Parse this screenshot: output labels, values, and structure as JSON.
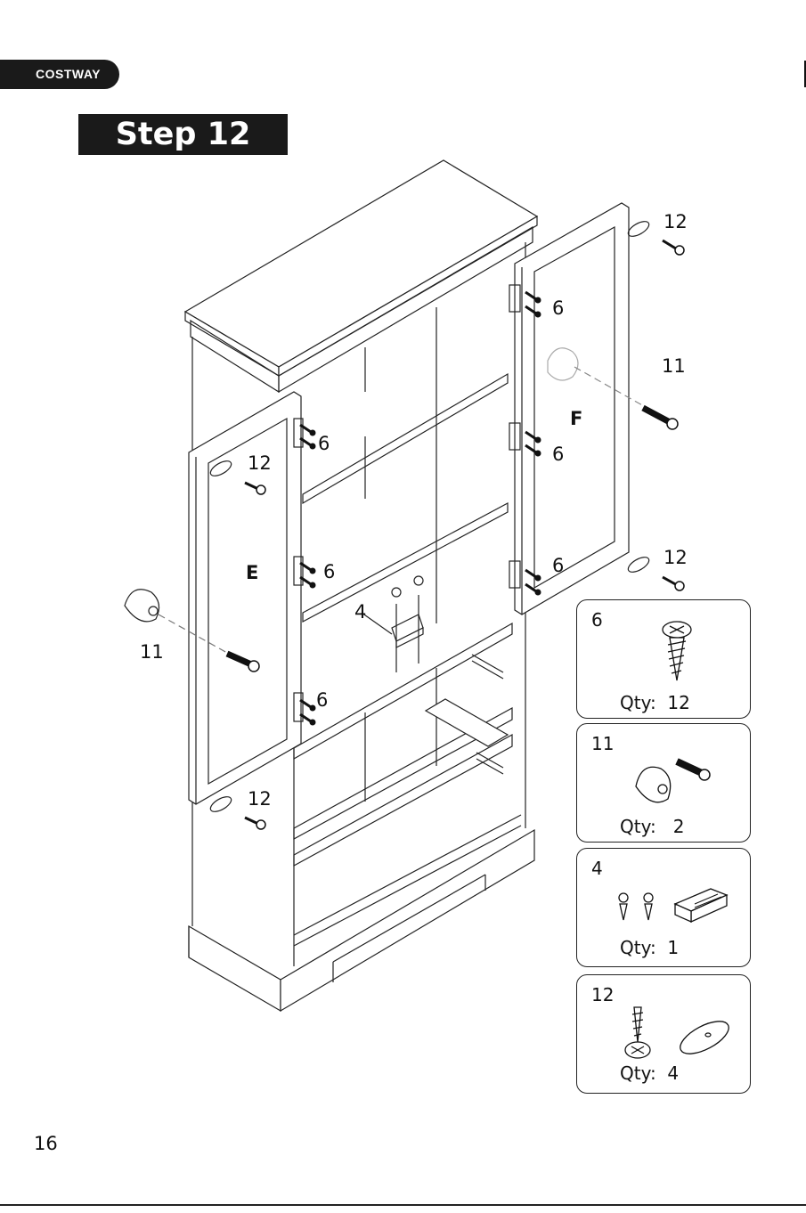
{
  "header": {
    "brand": "COSTWAY"
  },
  "step": {
    "title": "Step 12"
  },
  "diagram": {
    "door_left_label": "E",
    "door_right_label": "F",
    "callouts": {
      "hinge_screw": "6",
      "knob": "11",
      "magnet_catch": "4",
      "plate_screw": "12"
    }
  },
  "parts": [
    {
      "number": "6",
      "qty_label": "Qty:",
      "qty": "12",
      "icon": "screw-icon"
    },
    {
      "number": "11",
      "qty_label": "Qty:",
      "qty": "2",
      "icon": "knob-and-bolt-icon"
    },
    {
      "number": "4",
      "qty_label": "Qty:",
      "qty": "1",
      "icon": "magnetic-catch-icon"
    },
    {
      "number": "12",
      "qty_label": "Qty:",
      "qty": "4",
      "icon": "strike-plate-icon"
    }
  ],
  "footer": {
    "page_number": "16"
  },
  "colors": {
    "ink": "#111111",
    "banner_bg": "#1a1a1a",
    "banner_text": "#ffffff"
  }
}
